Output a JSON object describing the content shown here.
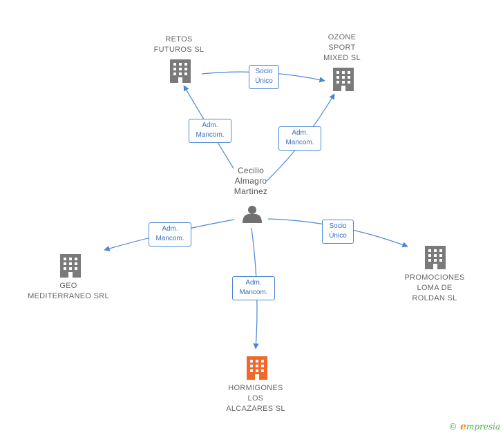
{
  "nodes": {
    "center": {
      "label": "Cecilio\nAlmagro\nMartinez",
      "icon": "person-icon"
    },
    "retos": {
      "label": "RETOS\nFUTUROS SL",
      "icon": "building-icon"
    },
    "ozone": {
      "label": "OZONE\nSPORT\nMIXED SL",
      "icon": "building-icon"
    },
    "geo": {
      "label": "GEO\nMEDITERRANEO SRL",
      "icon": "building-icon"
    },
    "promociones": {
      "label": "PROMOCIONES\nLOMA DE\nROLDAN  SL",
      "icon": "building-icon"
    },
    "hormigones": {
      "label": "HORMIGONES\nLOS\nALCAZARES SL",
      "icon": "building-icon",
      "highlight": true
    }
  },
  "edges": {
    "retos_ozone": "Socio\nÚnico",
    "center_retos": "Adm.\nMancom.",
    "center_ozone": "Adm.\nMancom.",
    "center_geo": "Adm.\nMancom.",
    "center_promociones": "Socio\nÚnico",
    "center_hormigones": "Adm.\nMancom."
  },
  "colors": {
    "edge": "#4a86d6",
    "building": "#7a7a7a",
    "building_highlight": "#f2672a",
    "person": "#707070"
  },
  "footer": {
    "copyright": "©",
    "brand_initial": "e",
    "brand_rest": "mpresia"
  }
}
